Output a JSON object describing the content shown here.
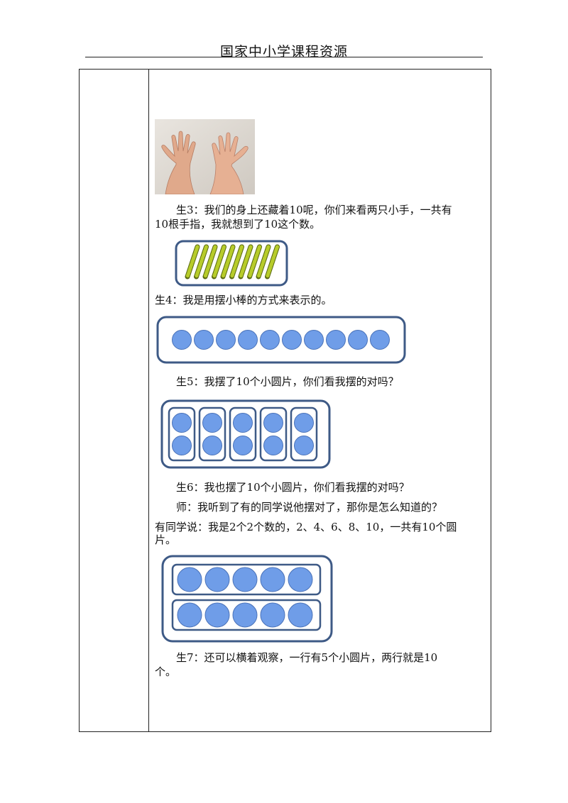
{
  "header": {
    "title": "国家中小学课程资源"
  },
  "paragraphs": {
    "s3_line1": "　　生3：我们的身上还藏着10呢，你们来看两只小手，一共有",
    "s3_line2": "10根手指，我就想到了10这个数。",
    "s4": "生4：我是用摆小棒的方式来表示的。",
    "s5": "　　生5：我摆了10个小圆片，你们看我摆的对吗？",
    "s6": "　　生6：我也摆了10个小圆片，你们看我摆的对吗？",
    "teacher": "　　师：我听到了有的同学说他摆对了，那你是怎么知道的？",
    "classmate_line1": "有同学说：我是2个2个数的，2、4、6、8、10，一共有10个圆",
    "classmate_line2": "片。",
    "s7_line1": "　　生7：还可以横着观察，一行有5个小圆片，两行就是10",
    "s7_line2": "个。"
  },
  "figures": {
    "sticks_count": 10,
    "row_discs_count": 10,
    "pair_groups_count": 5,
    "two_row_discs_per_row": 5,
    "colors": {
      "disc_fill": "#6f9de8",
      "frame_stroke": "#3e5a86",
      "stick_fill": "#b7cc2a",
      "stick_stroke": "#5a6a10"
    }
  }
}
